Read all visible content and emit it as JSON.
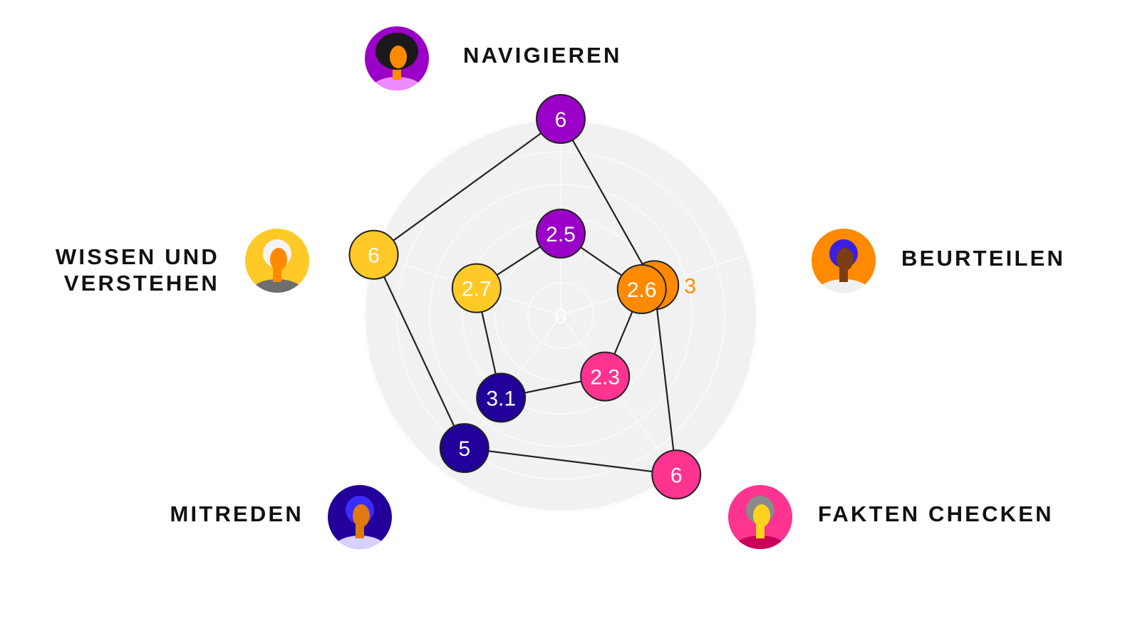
{
  "chart_data": {
    "type": "radar",
    "title": "",
    "axes": [
      {
        "label": "NAVIGIEREN",
        "color": "#9B00C8",
        "avatar": {
          "hair": "#1a1a1a",
          "skin": "#FF8A00",
          "shirt": "#EE8CFF"
        }
      },
      {
        "label": "BEURTEILEN",
        "color": "#FF8A00",
        "avatar": {
          "hair": "#3A1FE0",
          "skin": "#7A3E12",
          "shirt": "#F0F0F0"
        }
      },
      {
        "label": "FAKTEN CHECKEN",
        "color": "#FF3390",
        "avatar": {
          "hair": "#8A8A8A",
          "skin": "#FFD21F",
          "shirt": "#C8005A"
        }
      },
      {
        "label": "MITREDEN",
        "color": "#22009A",
        "avatar": {
          "hair": "#3A2BFF",
          "skin": "#E07A10",
          "shirt": "#D8D0FF"
        }
      },
      {
        "label": [
          "WISSEN UND",
          "VERSTEHEN"
        ],
        "color": "#FFC928",
        "avatar": {
          "hair": "#F4F4F4",
          "skin": "#FF8A00",
          "shirt": "#6E6E6E"
        }
      }
    ],
    "series": [
      {
        "name": "outer",
        "values": [
          6,
          3,
          6,
          5,
          6
        ],
        "labels": [
          "6",
          "3",
          "6",
          "5",
          "6"
        ]
      },
      {
        "name": "inner",
        "values": [
          2.5,
          2.6,
          2.3,
          3.1,
          2.7
        ],
        "labels": [
          "2.5",
          "2.6",
          "2.3",
          "3.1",
          "2.7"
        ]
      }
    ],
    "center_label": "0",
    "rlim": [
      0,
      6
    ],
    "grid": true,
    "legend": "none"
  }
}
